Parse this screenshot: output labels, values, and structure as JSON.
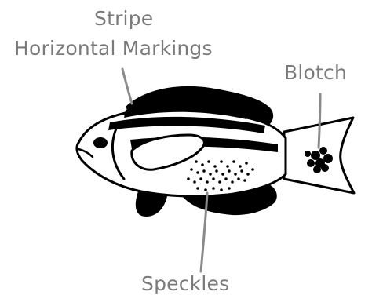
{
  "labels": {
    "stripe": "Stripe",
    "horizontal_markings": "Horizontal Markings",
    "blotch": "Blotch",
    "speckles": "Speckles"
  },
  "colors": {
    "label_text": "#7a7a7a",
    "leader_line": "#8a8a8a",
    "fish_outline": "#000000",
    "fish_fill": "#ffffff",
    "markings": "#000000"
  }
}
